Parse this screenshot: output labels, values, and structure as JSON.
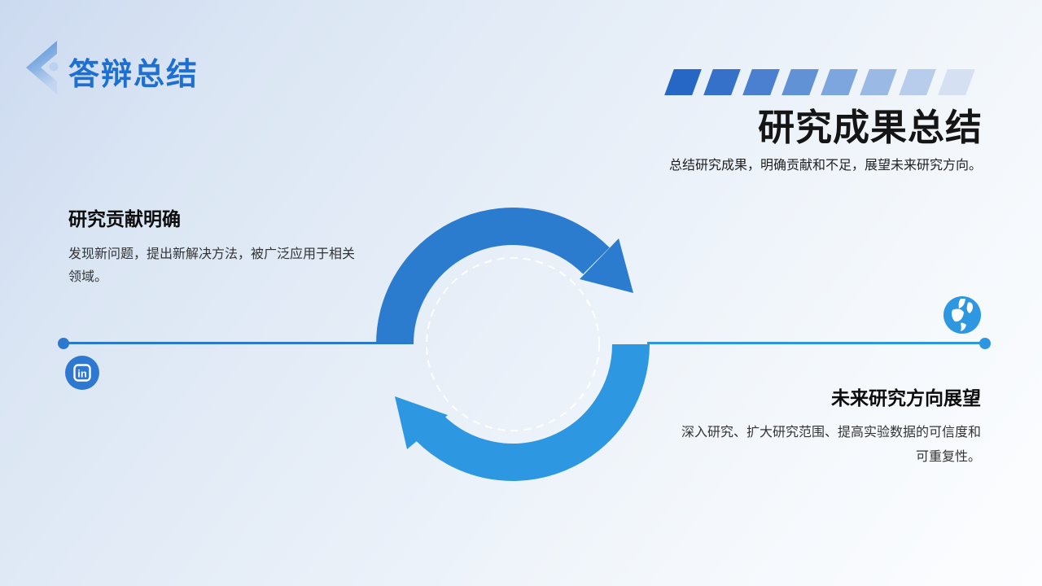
{
  "header": {
    "back_label": "答辩总结"
  },
  "hero": {
    "title": "研究成果总结",
    "subtitle": "总结研究成果，明确贡献和不足，展望未来研究方向。"
  },
  "items": {
    "left": {
      "heading": "研究贡献明确",
      "body": "发现新问题，提出新解决方法，被广泛应用于相关领域。"
    },
    "right": {
      "heading": "未来研究方向展望",
      "body": "深入研究、扩大研究范围、提高实验数据的可信度和可重复性。"
    }
  },
  "icons": {
    "back": "chevron-left-icon",
    "linkedin": "linkedin-icon",
    "globe": "globe-icon",
    "cycle": "cycle-arrows-diagram"
  },
  "decor": {
    "stripe_colors": [
      "#2667c5",
      "#3571c9",
      "#4a80cf",
      "#6292d6",
      "#7da5de",
      "#9ab9e5",
      "#b8cdec",
      "#d5e1f3"
    ],
    "arc_top_color": "#2b7ccf",
    "arc_bottom_color": "#2e97e2",
    "left_line_color": "#2b79ce",
    "right_line_color": "#2e95e0",
    "linkedin_color": "#2e78d2",
    "globe_color": "#2e97e2",
    "back_title_color": "#1e6fd2",
    "dashed_circle_color": "#ffffff"
  }
}
